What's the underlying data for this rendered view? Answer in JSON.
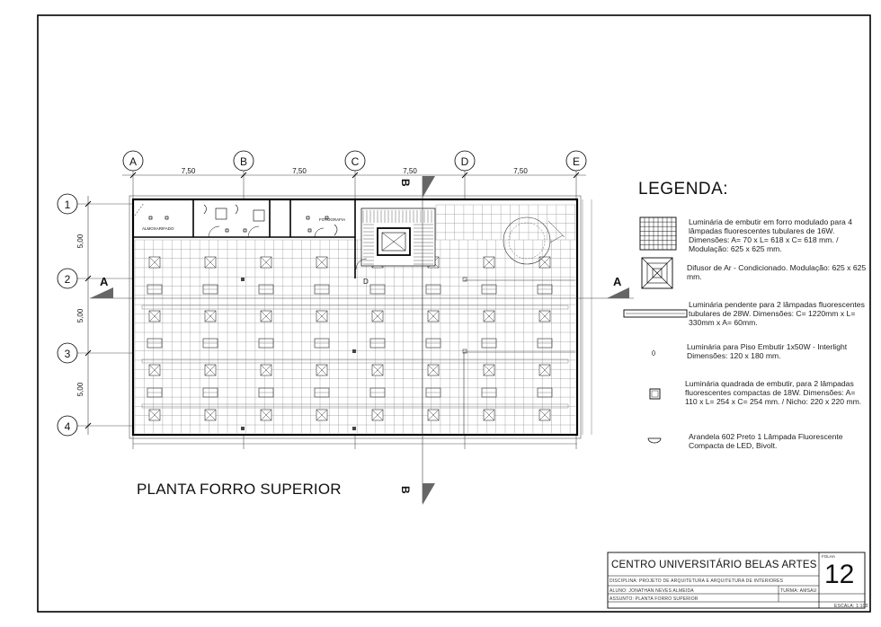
{
  "plan": {
    "title": "PLANTA FORRO SUPERIOR",
    "columns": [
      "A",
      "B",
      "C",
      "D",
      "E"
    ],
    "rows": [
      "1",
      "2",
      "3",
      "4"
    ],
    "h_dims": [
      "7,50",
      "7,50",
      "7,50",
      "7,50"
    ],
    "v_dims": [
      "5,00",
      "5,00",
      "5,00"
    ],
    "section_a": "A",
    "section_b": "B",
    "rooms": [
      "ALMOXARIFADO",
      "FOTOGRAFIA"
    ],
    "door_tag": "D"
  },
  "legend": {
    "title": "LEGENDA:",
    "items": [
      {
        "icon": "grid-luminaire-icon",
        "text": "Luminária de embutir em forro modulado para 4 lâmpadas fluorescentes tubulares de 16W. Dimensões: A= 70 x L= 618 x C= 618 mm. / Modulação: 625 x 625 mm."
      },
      {
        "icon": "air-diffuser-icon",
        "text": "Difusor de Ar - Condicionado. Modulação: 625 x 625 mm."
      },
      {
        "icon": "pendant-luminaire-icon",
        "text": "Luminária pendente para 2 lâmpadas fluorescentes tubulares de 28W. Dimensões: C= 1220mm x L= 330mm x A= 60mm."
      },
      {
        "icon": "floor-luminaire-icon",
        "text": "Luminária para Piso Embutir 1x50W - Interlight Dimensões: 120 x 180 mm."
      },
      {
        "icon": "square-luminaire-icon",
        "text": "Luminária quadrada de embutir, para 2 lâmpadas fluorescentes compactas de 18W. Dimensões: A= 110 x L= 254 x C= 254 mm. / Nicho: 220 x 220 mm."
      },
      {
        "icon": "wall-lamp-icon",
        "text": "Arandela 602 Preto 1 Lâmpada Fluorescente Compacta de LED, Bivolt."
      }
    ]
  },
  "title_block": {
    "institution": "CENTRO UNIVERSITÁRIO BELAS ARTES",
    "discipline": "DISCIPLINA: PROJETO DE ARQUITETURA E ARQUITETURA DE INTERIORES",
    "student": "ALUNO: JONATHAN NEVES ALMEIDA",
    "class": "TURMA: AMSAU",
    "subject": "ASSUNTO: PLANTA FORRO SUPERIOR",
    "scale": "ESCALA: 1:100",
    "sheet_label": "FOLHA",
    "sheet_number": "12"
  }
}
